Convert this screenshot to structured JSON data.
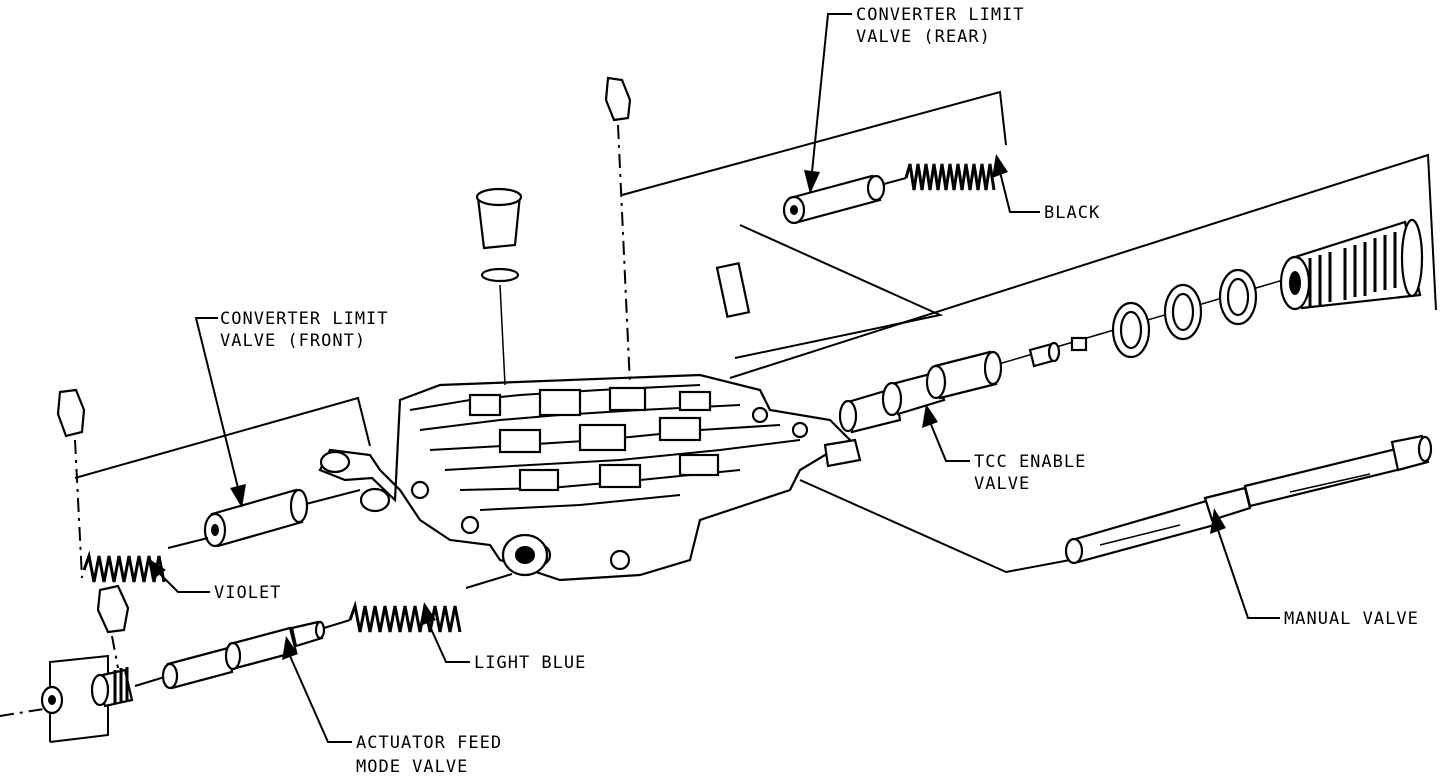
{
  "labels": {
    "converter_limit_rear": [
      "CONVERTER LIMIT",
      "VALVE (REAR)"
    ],
    "black": "BLACK",
    "converter_limit_front": [
      "CONVERTER LIMIT",
      "VALVE (FRONT)"
    ],
    "tcc_enable": [
      "TCC ENABLE",
      "VALVE"
    ],
    "violet": "VIOLET",
    "light_blue": "LIGHT BLUE",
    "manual_valve": "MANUAL VALVE",
    "actuator_feed": [
      "ACTUATOR FEED",
      "MODE VALVE"
    ]
  }
}
